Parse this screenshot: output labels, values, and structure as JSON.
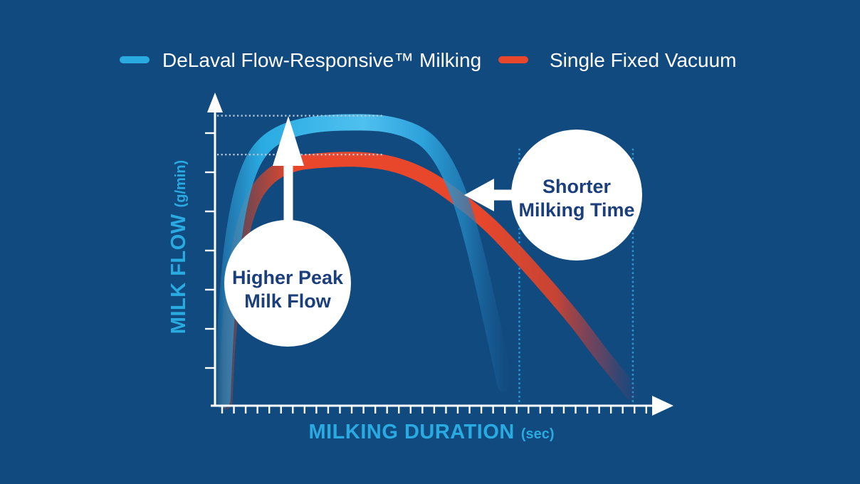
{
  "colors": {
    "background": "#114A7E",
    "accent_cyan": "#29ABE2",
    "accent_red": "#E8472C",
    "bubble_text_navy": "#1B3E7D",
    "axis_white": "#FFFFFF",
    "peak_guide_gray": "#B7C6D6",
    "end_guide_blue": "#2E93CF"
  },
  "legend": {
    "items": [
      {
        "label": "DeLaval Flow-Responsive™ Milking",
        "color": "#29ABE2"
      },
      {
        "label": "Single Fixed Vacuum",
        "color": "#E8472C"
      }
    ]
  },
  "axes": {
    "y_label": "MILK FLOW",
    "y_unit": "(g/min)",
    "x_label": "MILKING DURATION",
    "x_unit": "(sec)"
  },
  "annotations": {
    "higher_peak": {
      "line1": "Higher Peak",
      "line2": "Milk Flow",
      "arrow": "up-arrow"
    },
    "shorter_time": {
      "line1": "Shorter",
      "line2": "Milking Time",
      "arrow": "left-arrow"
    }
  },
  "chart_data": {
    "type": "line",
    "title": "",
    "xlabel": "MILKING DURATION (sec)",
    "ylabel": "MILK FLOW (g/min)",
    "units_note": "axes carry no numeric tick labels; point values are normalized 0-100 estimates read from the plot",
    "xlim": [
      0,
      100
    ],
    "ylim": [
      0,
      100
    ],
    "grid": false,
    "legend_position": "top",
    "series": [
      {
        "name": "DeLaval Flow-Responsive™ Milking",
        "color": "#29ABE2",
        "peak_level": 97,
        "end_time": 67,
        "points": [
          [
            1.6,
            1.9
          ],
          [
            2.2,
            21.4
          ],
          [
            3.1,
            42.9
          ],
          [
            4.4,
            59.5
          ],
          [
            6.3,
            73.3
          ],
          [
            8.8,
            82.9
          ],
          [
            12.2,
            88.8
          ],
          [
            16.9,
            92.4
          ],
          [
            23.2,
            94.3
          ],
          [
            31.0,
            94.8
          ],
          [
            37.3,
            94.3
          ],
          [
            42.8,
            92.1
          ],
          [
            46.7,
            88.6
          ],
          [
            49.8,
            82.9
          ],
          [
            52.7,
            74.3
          ],
          [
            55.3,
            63.1
          ],
          [
            58.0,
            47.6
          ],
          [
            60.5,
            31.0
          ],
          [
            62.4,
            17.9
          ],
          [
            63.9,
            7.1
          ]
        ]
      },
      {
        "name": "Single Fixed Vacuum",
        "color": "#E8472C",
        "peak_level": 84,
        "end_time": 92,
        "points": [
          [
            2.2,
            1.2
          ],
          [
            2.8,
            19.0
          ],
          [
            3.8,
            35.7
          ],
          [
            5.0,
            50.0
          ],
          [
            6.9,
            63.1
          ],
          [
            9.4,
            71.9
          ],
          [
            13.2,
            77.9
          ],
          [
            17.9,
            81.0
          ],
          [
            24.0,
            82.1
          ],
          [
            31.0,
            82.4
          ],
          [
            37.3,
            81.4
          ],
          [
            42.8,
            79.0
          ],
          [
            48.3,
            74.8
          ],
          [
            54.5,
            68.1
          ],
          [
            60.8,
            60.0
          ],
          [
            67.1,
            50.0
          ],
          [
            73.4,
            39.3
          ],
          [
            79.6,
            28.1
          ],
          [
            85.1,
            17.1
          ],
          [
            89.8,
            8.3
          ],
          [
            91.8,
            4.3
          ]
        ]
      }
    ],
    "guides": {
      "peak_levels": [
        97,
        84
      ],
      "peak_guide_extent": 37,
      "end_markers": [
        67,
        92
      ],
      "end_guide_top": 86
    },
    "layout": {
      "x_tick_count": 37,
      "y_tick_count": 7
    }
  }
}
